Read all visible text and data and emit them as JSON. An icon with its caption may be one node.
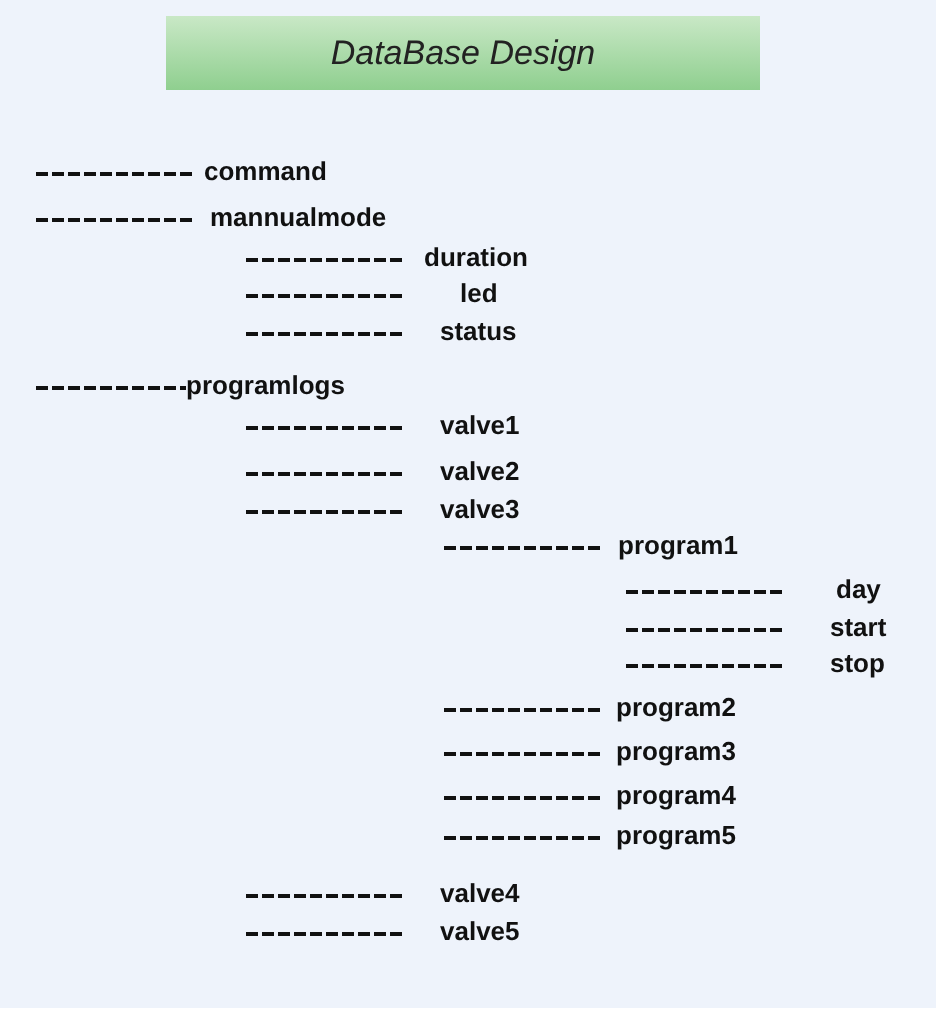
{
  "diagram": {
    "title": "DataBase Design",
    "nodes": [
      {
        "text": [
          "command"
        ]
      },
      {
        "text": [
          "mannualmode"
        ]
      },
      {
        "text": [
          "duration"
        ]
      },
      {
        "text": [
          "led"
        ]
      },
      {
        "text": [
          "status"
        ]
      },
      {
        "text": [
          "programlogs"
        ]
      },
      {
        "text": [
          "valve1"
        ]
      },
      {
        "text": [
          "valve2"
        ]
      },
      {
        "text": [
          "valve3"
        ]
      },
      {
        "text": [
          "program1"
        ]
      },
      {
        "text": [
          "day"
        ]
      },
      {
        "text": [
          "start"
        ]
      },
      {
        "text": [
          "stop"
        ]
      },
      {
        "text": [
          "program2"
        ]
      },
      {
        "text": [
          "program3"
        ]
      },
      {
        "text": [
          "program4"
        ]
      },
      {
        "text": [
          "program5"
        ]
      },
      {
        "text": [
          "valve4"
        ]
      },
      {
        "text": [
          "valve5"
        ]
      }
    ]
  }
}
